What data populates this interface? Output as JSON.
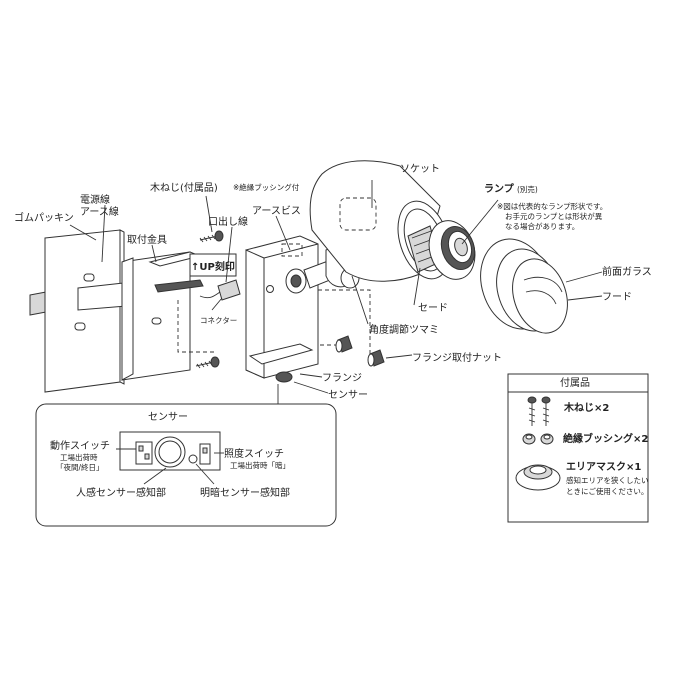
{
  "labels": {
    "socket": "ソケット",
    "lamp": "ランプ",
    "lamp_note_suffix": "(別売)",
    "lamp_caption": [
      "※図は代表的なランプ形状です。",
      "お手元のランプとは形状が異",
      "なる場合があります。"
    ],
    "wood_screw": "木ねじ(付属品)",
    "wood_screw_note": "※絶縁ブッシング付",
    "power_cable": "電源線",
    "earth_cable": "アース線",
    "rubber_packing": "ゴムパッキン",
    "mounting_bracket": "取付金具",
    "outlet_wire": "口出し線",
    "earth_screw": "アースビス",
    "up_mark": "↑UP刻印",
    "connector": "コネクター",
    "shade": "セード",
    "front_glass": "前面ガラス",
    "hood": "フード",
    "angle_knob": "角度調節ツマミ",
    "flange_nut": "フランジ取付ナット",
    "flange": "フランジ",
    "sensor": "センサー"
  },
  "sensor_box": {
    "title": "センサー",
    "operation_switch": "動作スイッチ",
    "operation_default_line": "工場出荷時",
    "operation_default_value": "「夜間/終日」",
    "illuminance_switch": "照度スイッチ",
    "illuminance_default": "工場出荷時「暗」",
    "motion_sensor": "人感センサー感知部",
    "light_sensor": "明暗センサー感知部"
  },
  "accessories": {
    "title": "付属品",
    "items": [
      {
        "label": "木ねじ×2",
        "icon": "wood-screw-icon"
      },
      {
        "label": "絶縁ブッシング×2",
        "icon": "bushing-icon"
      },
      {
        "label": "エリアマスク×1",
        "icon": "area-mask-icon"
      }
    ],
    "mask_caption": [
      "感知エリアを狭くしたい",
      "ときにご使用ください。"
    ]
  }
}
